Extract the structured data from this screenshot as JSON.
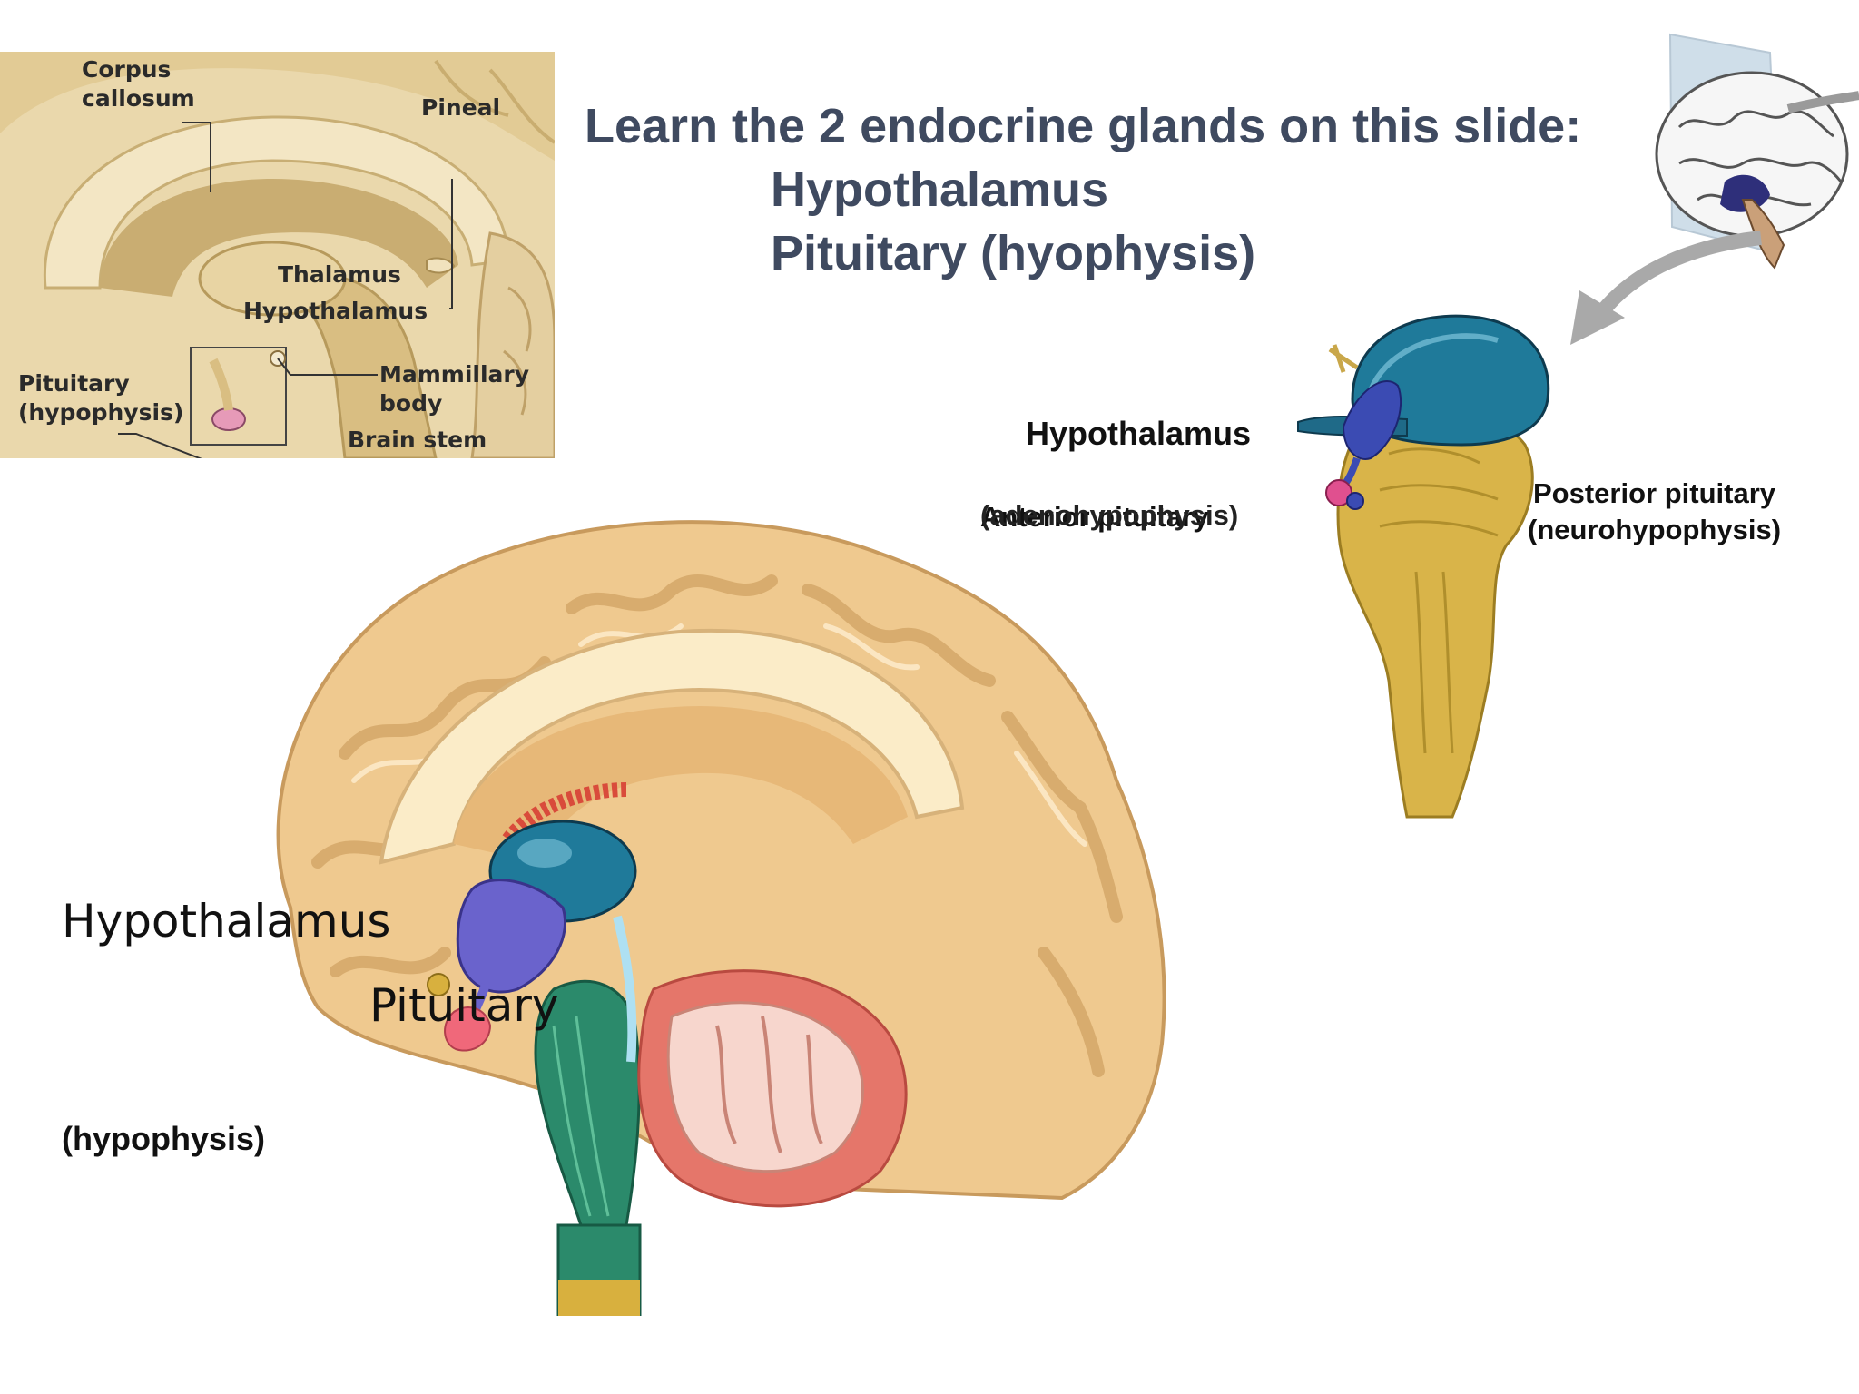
{
  "slide": {
    "title_line1": "Learn the 2 endocrine glands on this slide:",
    "title_line2": "Hypothalamus",
    "title_line3": "Pituitary (hyophysis)"
  },
  "inset": {
    "labels": {
      "corpus_callosum": "Corpus\ncallosum",
      "pineal": "Pineal",
      "thalamus": "Thalamus",
      "hypothalamus": "Hypothalamus",
      "pituitary": "Pituitary\n(hypophysis)",
      "mammillary": "Mammillary\nbody",
      "brain_stem": "Brain stem"
    }
  },
  "brainstem_figure": {
    "hypothalamus": "Hypothalamus",
    "anterior_line1": "Anterior pituitary",
    "anterior_line2": "(adenohypophysis)",
    "posterior": "Posterior pituitary\n(neurohypophysis)"
  },
  "main_figure": {
    "hypothalamus": "Hypothalamus",
    "pituitary": "Pituitary",
    "hypophysis": "(hypophysis)"
  }
}
